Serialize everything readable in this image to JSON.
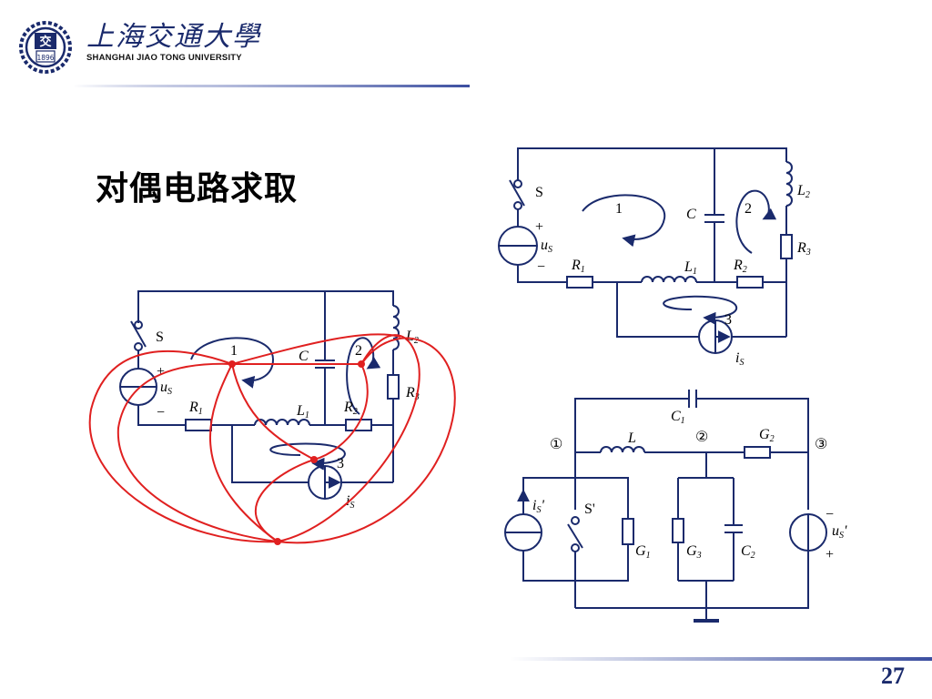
{
  "header": {
    "school_name_cn": "上海交通大學",
    "school_name_en": "SHANGHAI  JIAO TONG  UNIVERSITY",
    "logo_year": "1896",
    "logo_char": "交"
  },
  "title": "对偶电路求取",
  "page_number": "27",
  "colors": {
    "circuit": "#1a2a6c",
    "dual_overlay": "#e02020",
    "accent_line": "#3b4ea0"
  },
  "circuit_original": {
    "switch": "S",
    "source_voltage": "u",
    "source_voltage_sub": "S",
    "plus": "+",
    "minus": "−",
    "capacitor": "C",
    "inductor_1": "L",
    "inductor_1_sub": "1",
    "inductor_2": "L",
    "inductor_2_sub": "2",
    "resistor_1": "R",
    "resistor_1_sub": "1",
    "resistor_2": "R",
    "resistor_2_sub": "2",
    "resistor_3": "R",
    "resistor_3_sub": "3",
    "current_source": "i",
    "current_source_sub": "S",
    "mesh_1": "1",
    "mesh_2": "2",
    "mesh_3": "3"
  },
  "circuit_dual": {
    "node_1": "①",
    "node_2": "②",
    "node_3": "③",
    "capacitor_1": "C",
    "capacitor_1_sub": "1",
    "inductor": "L",
    "conductance_1": "G",
    "conductance_1_sub": "1",
    "conductance_2": "G",
    "conductance_2_sub": "2",
    "conductance_3": "G",
    "conductance_3_sub": "3",
    "capacitor_2": "C",
    "capacitor_2_sub": "2",
    "current_source": "i",
    "current_source_sub": "S",
    "prime": "'",
    "switch": "S'",
    "voltage_source": "u",
    "voltage_source_sub": "S",
    "plus": "+",
    "minus": "−"
  }
}
